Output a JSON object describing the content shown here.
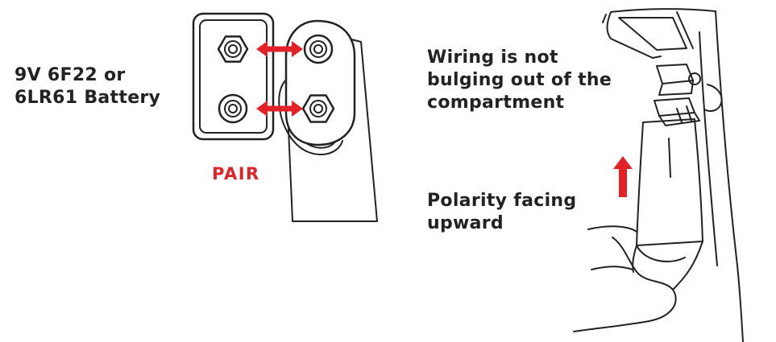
{
  "labels": {
    "battery_line1": "9V 6F22 or",
    "battery_line2": "6LR61 Battery",
    "pair": "PAIR",
    "wiring_line1": "Wiring is not",
    "wiring_line2": "bulging out of the",
    "wiring_line3": "compartment",
    "polarity_line1": "Polarity facing",
    "polarity_line2": "upward"
  },
  "colors": {
    "accent": "#e32228",
    "line": "#222222"
  },
  "icons": [
    "pair-arrow-icon",
    "polarity-arrow-icon",
    "hex-terminal-icon",
    "round-terminal-icon"
  ]
}
